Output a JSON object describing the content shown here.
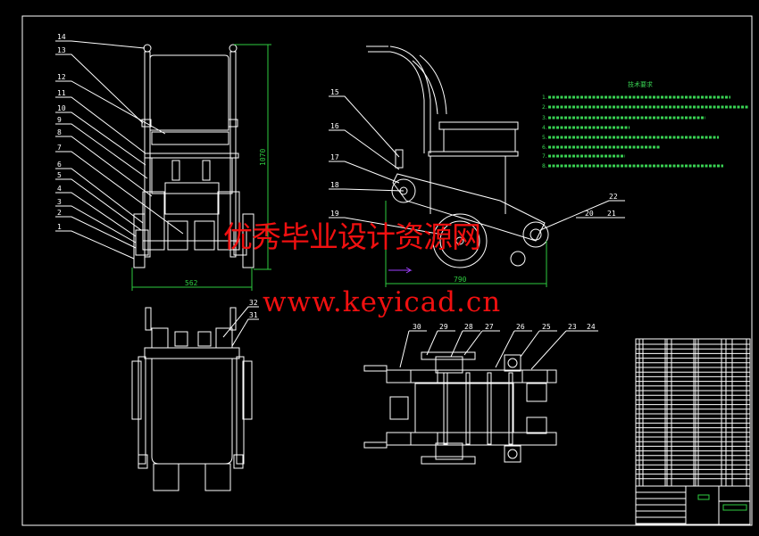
{
  "drawing": {
    "title": "Wheelchair assembly drawing",
    "front_view_labels": [
      "14",
      "13",
      "12",
      "11",
      "10",
      "9",
      "8",
      "7",
      "6",
      "5",
      "4",
      "3",
      "2",
      "1"
    ],
    "front_view_dims": {
      "width": "562",
      "height": "1070"
    },
    "side_view_labels": [
      "15",
      "16",
      "17",
      "18",
      "19",
      "22",
      "20",
      "21"
    ],
    "side_view_dims": {
      "length": "790"
    },
    "top_view_labels": [
      "32",
      "31"
    ],
    "section_view_labels": [
      "30",
      "29",
      "28",
      "27",
      "26",
      "25",
      "23",
      "24"
    ],
    "technical_requirements": {
      "heading": "技术要求",
      "items": [
        "1.",
        "2.",
        "3.",
        "4.",
        "5.",
        "6.",
        "7.",
        "8."
      ]
    }
  },
  "watermark": {
    "cn": "优秀毕业设计资源网",
    "url": "www.keyicad.cn"
  },
  "colors": {
    "background": "#000000",
    "lines": "#ffffff",
    "dimensions": "#2ecc40",
    "watermark": "#f01010"
  }
}
